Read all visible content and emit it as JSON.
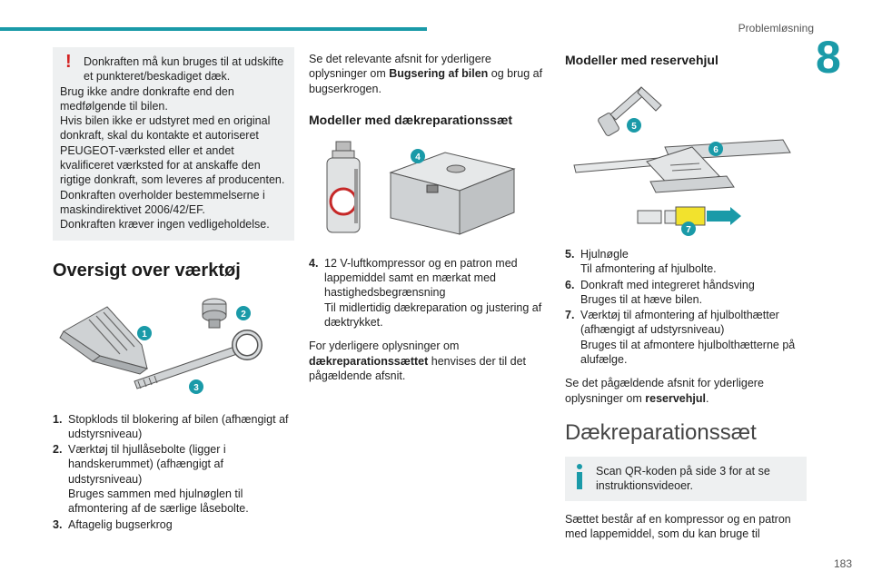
{
  "header": {
    "section": "Problemløsning",
    "chapter": "8",
    "page": "183"
  },
  "warning": {
    "lead": "Donkraften må kun bruges til at udskifte et punkteret/beskadiget dæk.",
    "lines": [
      "Brug ikke andre donkrafte end den medfølgende til bilen.",
      "Hvis bilen ikke er udstyret med en original donkraft, skal du kontakte et autoriseret PEUGEOT-værksted eller et andet kvalificeret værksted for at anskaffe den rigtige donkraft, som leveres af producenten.",
      "Donkraften overholder bestemmelserne i maskindirektivet 2006/42/EF.",
      "Donkraften kræver ingen vedligeholdelse."
    ]
  },
  "tools": {
    "heading": "Oversigt over værktøj",
    "badges": [
      "1",
      "2",
      "3"
    ],
    "items": [
      {
        "num": "1.",
        "text": "Stopklods til blokering af bilen (afhængigt af udstyrsniveau)",
        "sub": ""
      },
      {
        "num": "2.",
        "text": "Værktøj til hjullåsebolte (ligger i handskerummet) (afhængigt af udstyrsniveau)",
        "sub": "Bruges sammen med hjulnøglen til afmontering af de særlige låsebolte."
      },
      {
        "num": "3.",
        "text": "Aftagelig bugserkrog",
        "sub": ""
      }
    ]
  },
  "towing": {
    "pre": "Se det relevante afsnit for yderligere oplysninger om ",
    "bold": "Bugsering af bilen",
    "post": " og brug af bugserkrogen."
  },
  "repair_kit": {
    "heading": "Modeller med dækreparationssæt",
    "badge": "4",
    "item": {
      "num": "4.",
      "text": "12 V-luftkompressor og en patron med lappemiddel samt en mærkat med hastighedsbegrænsning",
      "sub": "Til midlertidig dækreparation og justering af dæktrykket."
    },
    "ref_pre": "For yderligere oplysninger om ",
    "ref_bold": "dækreparationssættet",
    "ref_post": " henvises der til det pågældende afsnit."
  },
  "spare": {
    "heading": "Modeller med reservehjul",
    "badges": [
      "5",
      "6",
      "7"
    ],
    "items": [
      {
        "num": "5.",
        "text": "Hjulnøgle",
        "sub": "Til afmontering af hjulbolte."
      },
      {
        "num": "6.",
        "text": "Donkraft med integreret håndsving",
        "sub": "Bruges til at hæve bilen."
      },
      {
        "num": "7.",
        "text": "Værktøj til afmontering af hjulbolthætter (afhængigt af udstyrsniveau)",
        "sub": "Bruges til at afmontere hjulbolthætterne på alufælge."
      }
    ],
    "ref_pre": "Se det pågældende afsnit for yderligere oplysninger om ",
    "ref_bold": "reservehjul",
    "ref_post": "."
  },
  "kit_section": {
    "heading": "Dækreparationssæt",
    "info": "Scan QR-koden på side 3 for at se instruktionsvideoer.",
    "body": "Sættet består af en kompressor og en patron med lappemiddel, som du kan bruge til"
  },
  "colors": {
    "accent": "#1a9aa8",
    "warning": "#d32222",
    "box": "#eef0f1"
  }
}
